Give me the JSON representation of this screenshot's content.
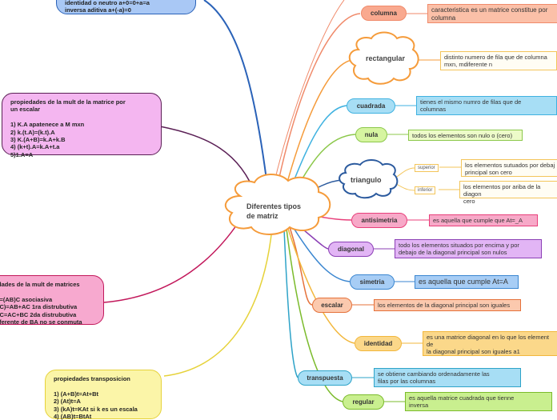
{
  "center": {
    "title": "Diferentes tipos\nde matriz"
  },
  "left_boxes": {
    "top": "identidad o neutro a+0=0+a=a\ninversa aditiva a+(-a)=0",
    "scalar": "propiedades de la mult de la matrice por\nun escalar\n\n1) K.A apatenece a M mxn\n2)  k.(t.A)=(k.t).A\n3) K.(A+B)=k.A+k.B\n4) (k+t).A=k.A+t.a\n5)1.A=A",
    "mult": "dades de la mult de matrices\n\n)=(AB)C asociasiva\n-C)=AB+AC 1ra distrubutiva\n)C=AC+BC 2da distrubutiva\niferente de BA no se conmuta",
    "transpose": "propiedades  transposicion\n\n1) (A+B)t=At+Bt\n2) (At)t=A\n3) (kA)t=KAt si k es un escala\n4) (AB)t=BtAt"
  },
  "types": [
    {
      "label": "columna",
      "desc": "caracteristica es un matrice constitue por\ncolumna"
    },
    {
      "label": "rectangular",
      "desc": "distinto numero de fila que de columna\nmxn, mdiferente n"
    },
    {
      "label": "cuadrada",
      "desc": "tienes el mismo numro de filas que de\ncolumnas"
    },
    {
      "label": "nula",
      "desc": "todos los elementos son nulo o (cero)"
    },
    {
      "label": "triangulo",
      "sub": [
        {
          "tag": "superior",
          "desc": "los elementos sutuados por debaj\nprincipal son cero"
        },
        {
          "tag": "inferior",
          "desc": "los elementos por ariba de la diagon\ncero"
        }
      ]
    },
    {
      "label": "antisimetria",
      "desc": "es aquella que cumple que At=_A"
    },
    {
      "label": "diagonal",
      "desc": "todo los elementos situados por encima y por\ndebajo de la diagonal principal son nulos"
    },
    {
      "label": "simetria",
      "desc": "es aquella que cumple At=A"
    },
    {
      "label": "escalar",
      "desc": "los elementos de la diagonal principal son iguales"
    },
    {
      "label": "identidad",
      "desc": "es una matrice diagonal en lo que los element\nde\nla diagonal principal son iguales a1"
    },
    {
      "label": "transpuesta",
      "desc": "se obtiene cambiando ordenadamente las\nfilas por las columnas"
    },
    {
      "label": "regular",
      "desc": "es aquella matrice cuadrada que tienne\ninversa"
    }
  ],
  "colors": {
    "columna": "#f08a6a",
    "rectangular": "#f59b3a",
    "cuadrada": "#3fb2e0",
    "nula": "#8cc84b",
    "triangulo": "#2b5a9e",
    "antisimetria": "#e83f7a",
    "diagonal": "#8b3fb5",
    "simetria": "#3a86d0",
    "escalar": "#e5713a",
    "identidad": "#f2b73c",
    "transpuesta": "#2ea3c8",
    "regular": "#7bbb2c",
    "scalar_box": "#5a1f55",
    "mult_box": "#c2185b",
    "transpose_box": "#e6d23a",
    "top_box": "#2a62b8"
  }
}
